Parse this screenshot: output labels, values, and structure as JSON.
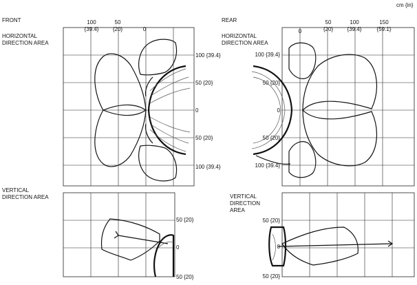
{
  "unit": "cm {in}",
  "front": {
    "title": "FRONT",
    "horizontal": {
      "label_line1": "HORIZONTAL",
      "label_line2": "DIRECTION AREA",
      "top_ticks": [
        {
          "a": "100",
          "b": "{39.4}"
        },
        {
          "a": "50",
          "b": "{20}"
        },
        {
          "a": "0",
          "b": ""
        }
      ],
      "side_ticks": [
        "100 {39.4}",
        "50 {20}",
        "0",
        "50 {20}",
        "100 {39.4}"
      ]
    },
    "vertical": {
      "label_line1": "VERTICAL",
      "label_line2": "DIRECTION AREA",
      "side_ticks": [
        "50 {20}",
        "0",
        "50 {20}"
      ]
    }
  },
  "rear": {
    "title": "REAR",
    "horizontal": {
      "label_line1": "HORIZONTAL",
      "label_line2": "DIRECTION AREA",
      "top_ticks": [
        {
          "a": "0",
          "b": ""
        },
        {
          "a": "50",
          "b": "{20}"
        },
        {
          "a": "100",
          "b": "{39.4}"
        },
        {
          "a": "150",
          "b": "{59.1}"
        }
      ],
      "side_ticks": [
        "100 {39.4}",
        "50 {20}",
        "0",
        "50 {20}",
        "100 {39.4}"
      ]
    },
    "vertical": {
      "label_line1": "VERTICAL",
      "label_line2": "DIRECTION",
      "label_line3": "AREA",
      "side_ticks": [
        "50 {20}",
        "0",
        "50 {20}"
      ]
    }
  }
}
